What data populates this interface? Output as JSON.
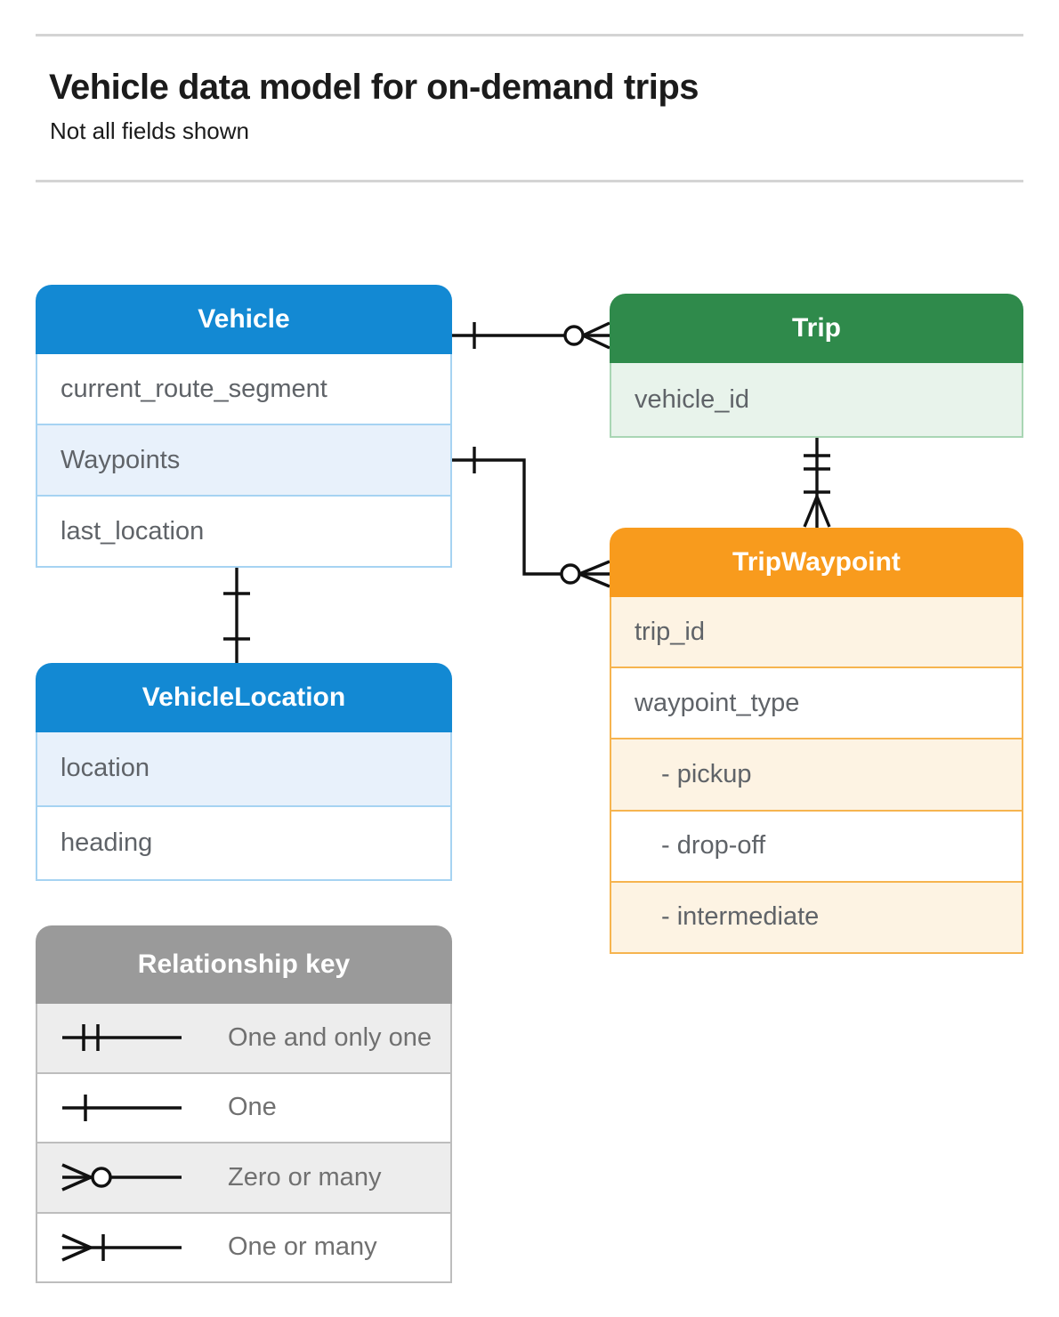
{
  "header": {
    "title": "Vehicle data model for on-demand trips",
    "subtitle": "Not all fields shown"
  },
  "entities": {
    "vehicle": {
      "title": "Vehicle",
      "fields": [
        {
          "label": "current_route_segment"
        },
        {
          "label": "Waypoints"
        },
        {
          "label": "last_location"
        }
      ]
    },
    "trip": {
      "title": "Trip",
      "fields": [
        {
          "label": "vehicle_id"
        }
      ]
    },
    "tripwaypoint": {
      "title": "TripWaypoint",
      "fields": [
        {
          "label": "trip_id"
        },
        {
          "label": "waypoint_type"
        },
        {
          "label": "- pickup"
        },
        {
          "label": "- drop-off"
        },
        {
          "label": "- intermediate"
        }
      ]
    },
    "vehicle_location": {
      "title": "VehicleLocation",
      "fields": [
        {
          "label": "location"
        },
        {
          "label": "heading"
        }
      ]
    }
  },
  "legend": {
    "title": "Relationship key",
    "items": [
      {
        "symbol": "one-and-only-one",
        "label": "One and only one"
      },
      {
        "symbol": "one",
        "label": "One"
      },
      {
        "symbol": "zero-or-many",
        "label": "Zero or many"
      },
      {
        "symbol": "one-or-many",
        "label": "One or many"
      }
    ]
  },
  "relationships": [
    {
      "from": "Vehicle",
      "to": "Trip",
      "from_cardinality": "one",
      "to_cardinality": "zero-or-many"
    },
    {
      "from": "Vehicle.Waypoints",
      "to": "TripWaypoint",
      "from_cardinality": "one",
      "to_cardinality": "zero-or-many"
    },
    {
      "from": "Trip",
      "to": "TripWaypoint",
      "from_cardinality": "one-and-only-one",
      "to_cardinality": "one-or-many"
    },
    {
      "from": "Vehicle",
      "to": "VehicleLocation",
      "from_cardinality": "one",
      "to_cardinality": "one"
    }
  ],
  "colors": {
    "blue_header": "#1389d3",
    "green_header": "#2f8a4b",
    "orange_header": "#f89b1d",
    "gray_header": "#9a9a9a",
    "blue_row": "#e8f1fb",
    "green_row": "#e8f3eb",
    "orange_row": "#fdf3e3",
    "gray_row": "#ededed",
    "connector": "#111111",
    "cell_text": "#5f6368",
    "header_text": "#ffffff"
  }
}
